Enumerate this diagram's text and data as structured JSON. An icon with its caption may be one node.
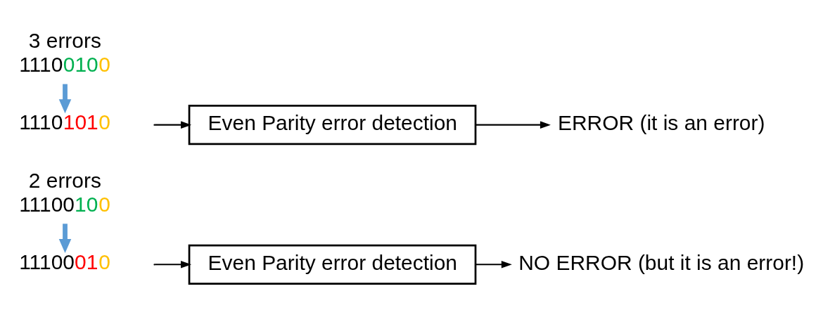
{
  "diagram": {
    "nodes": [
      {
        "text": [
          "11100100"
        ],
        "beside": [
          "2 errors"
        ]
      },
      {
        "text": [
          "11100010"
        ]
      },
      {
        "text": [
          "Even Parity error detection"
        ]
      },
      {
        "text": [
          "NO ERROR (but it is an error!)"
        ]
      },
      {
        "text": [
          "11100100"
        ],
        "beside": [
          "3 errors"
        ]
      },
      {
        "text": [
          "11101010"
        ]
      },
      {
        "text": [
          "Even Parity error detection"
        ]
      },
      {
        "text": [
          "ERROR (it is an error)"
        ]
      }
    ],
    "edges": [
      {
        "from": 0,
        "to": 1,
        "arrow": "to",
        "style": "thick",
        "color": "#5b9bd5"
      },
      {
        "from": null,
        "to": 2,
        "arrow": "to"
      },
      {
        "from": 2,
        "to": 3,
        "arrow": "to"
      },
      {
        "from": 4,
        "to": 5,
        "arrow": "to",
        "style": "thick",
        "color": "#5b9bd5"
      },
      {
        "from": null,
        "to": 6,
        "arrow": "to"
      },
      {
        "from": 6,
        "to": 7,
        "arrow": "to"
      }
    ]
  }
}
